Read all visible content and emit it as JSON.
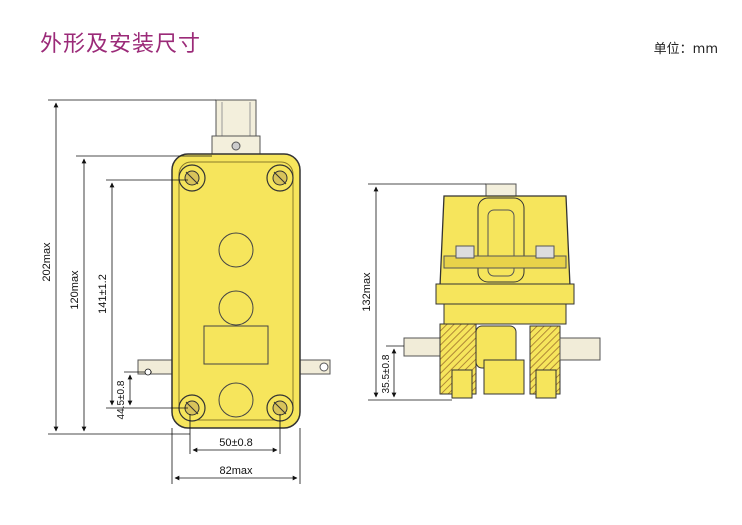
{
  "header": {
    "title": "外形及安装尺寸",
    "unit": "单位：mm"
  },
  "front_view": {
    "dims": {
      "overall_height": "202max",
      "body_height": "120max",
      "hole_spacing_v": "141±1.2",
      "offset": "44.5±0.8",
      "hole_spacing_h": "50±0.8",
      "width": "82max"
    }
  },
  "side_view": {
    "dims": {
      "height": "132max",
      "offset": "35.5±0.8"
    }
  },
  "colors": {
    "body": "#f6e55c",
    "outline": "#333333",
    "accent": "#9b2a78"
  }
}
